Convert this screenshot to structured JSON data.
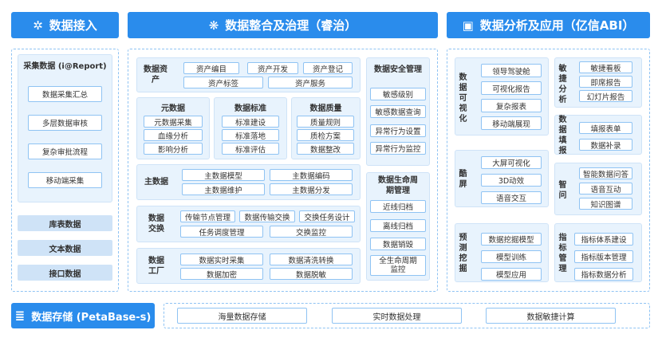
{
  "headers": {
    "access": "数据接入",
    "governance": "数据整合及治理（睿治）",
    "analysis": "数据分析及应用（亿信ABI）",
    "storage": "数据存储 (PetaBase-s)"
  },
  "left": {
    "collect_title": "采集数据 (i@Report)",
    "collect_items": [
      "数据采集汇总",
      "多层数据审核",
      "复杂审批流程",
      "移动端采集"
    ],
    "other_items": [
      "库表数据",
      "文本数据",
      "接口数据"
    ]
  },
  "assets": {
    "title": "数据资产",
    "row1": [
      "资产编目",
      "资产开发",
      "资产登记"
    ],
    "row2": [
      "资产标签",
      "资产服务"
    ]
  },
  "security": {
    "title": "数据安全管理",
    "items": [
      "敏感级别",
      "敏感数据查询",
      "异常行为设置",
      "异常行为监控"
    ]
  },
  "meta": {
    "title": "元数据",
    "items": [
      "元数据采集",
      "血缘分析",
      "影响分析"
    ]
  },
  "standard": {
    "title": "数据标准",
    "items": [
      "标准建设",
      "标准落地",
      "标准评估"
    ]
  },
  "quality": {
    "title": "数据质量",
    "items": [
      "质量规则",
      "质检方案",
      "数据整改"
    ]
  },
  "master": {
    "title": "主数据",
    "items": [
      "主数据模型",
      "主数据编码",
      "主数据维护",
      "主数据分发"
    ]
  },
  "lifecycle": {
    "title": "数据生命周期管理",
    "items": [
      "近线归档",
      "离线归档",
      "数据销毁",
      "全生命周期监控"
    ]
  },
  "exchange": {
    "title": "数据交换",
    "row1": [
      "传输节点管理",
      "数据传输交换",
      "交换任务设计"
    ],
    "row2": [
      "任务调度管理",
      "交换监控"
    ]
  },
  "factory": {
    "title": "数据工厂",
    "items": [
      "数据实时采集",
      "数据清洗转换",
      "数据加密",
      "数据脱敏"
    ]
  },
  "visual": {
    "title": "数据可视化",
    "items": [
      "领导驾驶舱",
      "可视化报告",
      "复杂报表",
      "移动端展现"
    ]
  },
  "agile": {
    "title": "敏捷分析",
    "items": [
      "敏捷看板",
      "即席报告",
      "幻灯片报告"
    ]
  },
  "cool": {
    "title": "酷屏",
    "items": [
      "大屏可视化",
      "3D动效",
      "语音交互"
    ]
  },
  "fill": {
    "title": "数据填报",
    "items": [
      "填报表单",
      "数据补录"
    ]
  },
  "predict": {
    "title": "预测挖掘",
    "items": [
      "数据挖掘模型",
      "模型训练",
      "模型应用"
    ]
  },
  "smart": {
    "title": "智问",
    "items": [
      "智能数据问答",
      "语音互动",
      "知识图谱"
    ]
  },
  "indicator": {
    "title": "指标管理",
    "items": [
      "指标体系建设",
      "指标版本管理",
      "指标数据分析"
    ]
  },
  "storage_items": [
    "海量数据存储",
    "实时数据处理",
    "数据敏捷计算"
  ],
  "colors": {
    "accent": "#2a8cec",
    "panel": "#e8f3fd",
    "border": "#8fc3f3"
  }
}
